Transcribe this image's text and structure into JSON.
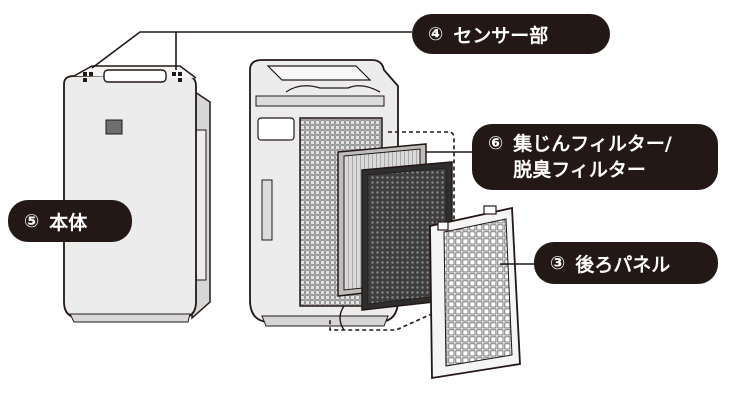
{
  "colors": {
    "label_bg": "#231815",
    "label_text": "#ffffff",
    "unit_body": "#ececec",
    "outline": "#231815",
    "filter_hepa": "#3e3e3e",
    "panel": "#f5f5f5"
  },
  "labels": {
    "sensor": {
      "num": "④",
      "text": "センサー部"
    },
    "body": {
      "num": "⑤",
      "text": "本体"
    },
    "filters": {
      "num": "⑥",
      "line1": "集じんフィルター/",
      "line2": "脱臭フィルター"
    },
    "back_panel": {
      "num": "③",
      "text": "後ろパネル"
    }
  },
  "parts": {
    "main_unit": "main-unit-front",
    "rear_unit": "main-unit-rear",
    "dust_filter": "dust-collection-filter",
    "deodorizing_filter": "deodorizing-filter",
    "rear_panel": "rear-panel"
  }
}
